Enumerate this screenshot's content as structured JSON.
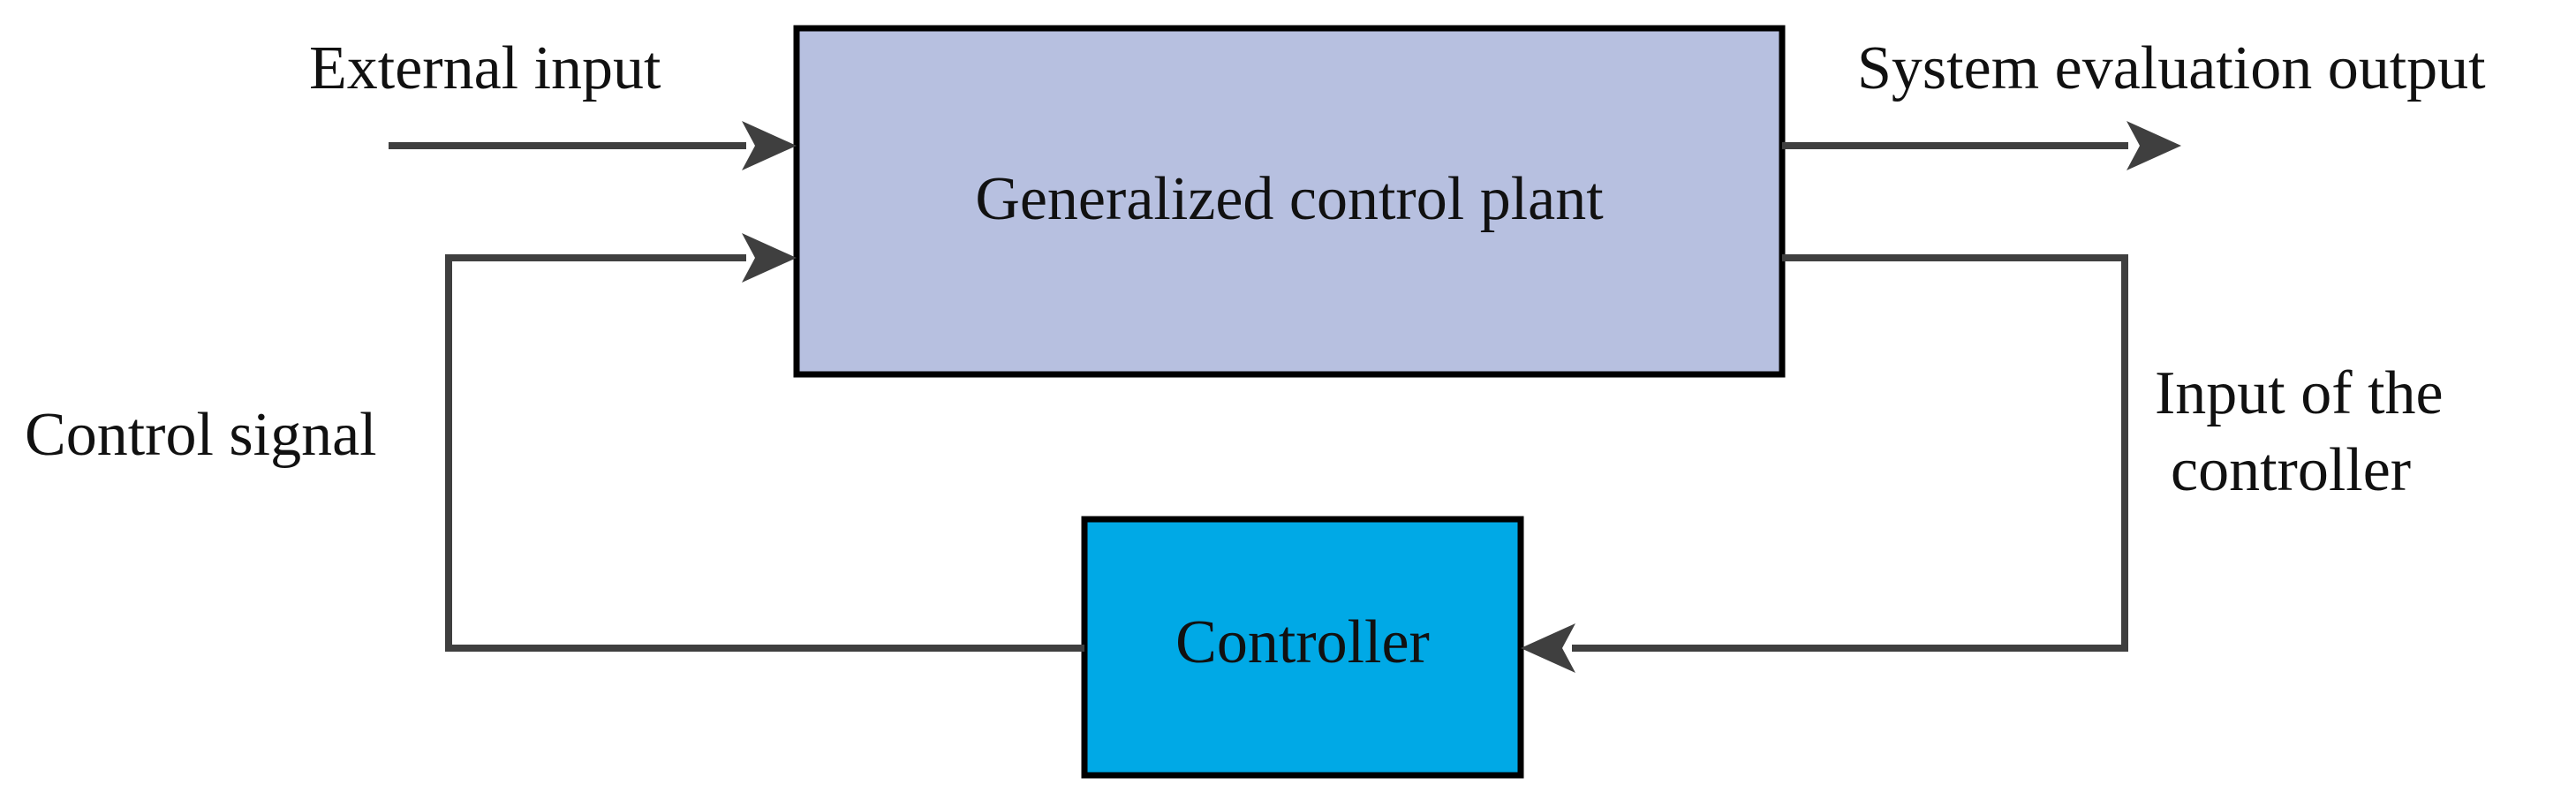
{
  "blocks": {
    "plant": {
      "label": "Generalized control plant",
      "fill": "#b7c0e0",
      "stroke": "#000000"
    },
    "controller": {
      "label": "Controller",
      "fill": "#00a9e6",
      "stroke": "#000000"
    }
  },
  "signals": {
    "external_input": "External input",
    "system_output": "System evaluation output",
    "control_signal": "Control signal",
    "controller_input_line1": "Input of the",
    "controller_input_line2": "controller"
  },
  "colors": {
    "wire": "#3f3f3f",
    "text": "#111111",
    "background": "#ffffff"
  }
}
